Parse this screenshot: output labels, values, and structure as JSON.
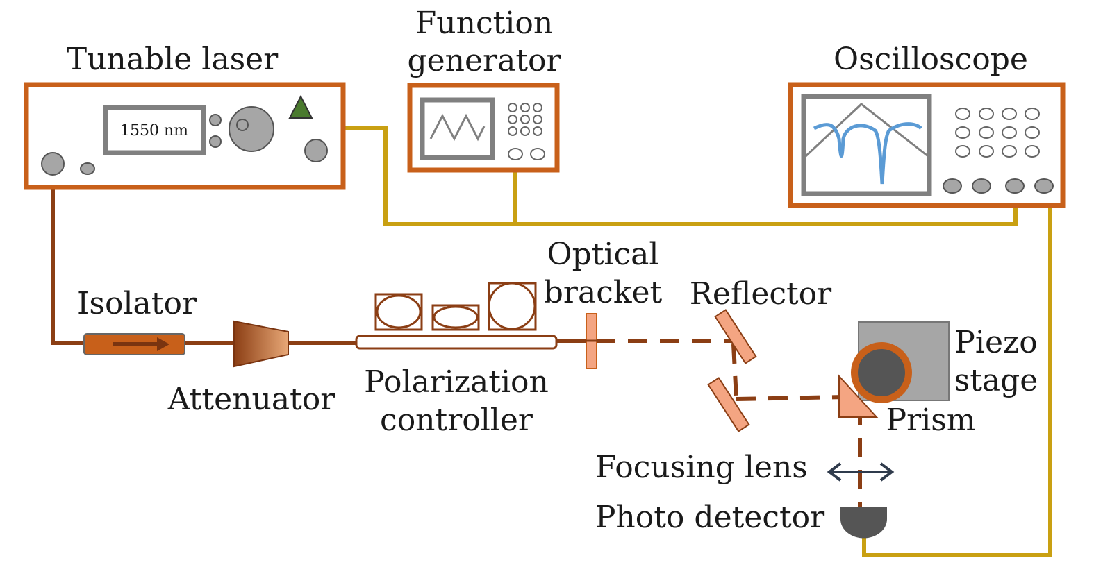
{
  "labels": {
    "tunable_laser": "Tunable laser",
    "function_generator_l1": "Function",
    "function_generator_l2": "generator",
    "oscilloscope": "Oscilloscope",
    "isolator": "Isolator",
    "attenuator": "Attenuator",
    "polarization_l1": "Polarization",
    "polarization_l2": "controller",
    "optical_bracket_l1": "Optical",
    "optical_bracket_l2": "bracket",
    "reflector": "Reflector",
    "piezo_l1": "Piezo",
    "piezo_l2": "stage",
    "prism": "Prism",
    "focusing_lens": "Focusing lens",
    "photo_detector": "Photo detector"
  },
  "laser_display": "1550 nm",
  "colors": {
    "instrument_border": "#c8601a",
    "fiber": "#8b3e14",
    "signal_cable": "#c9a012",
    "knob_gray": "#a6a6a6",
    "screen_gray": "#808080",
    "triangle_green": "#4a7a2e",
    "scope_trace": "#5b9bd5",
    "optic_fill": "#f4a582",
    "lens_arrow": "#2f3b4c",
    "detector": "#555555"
  }
}
